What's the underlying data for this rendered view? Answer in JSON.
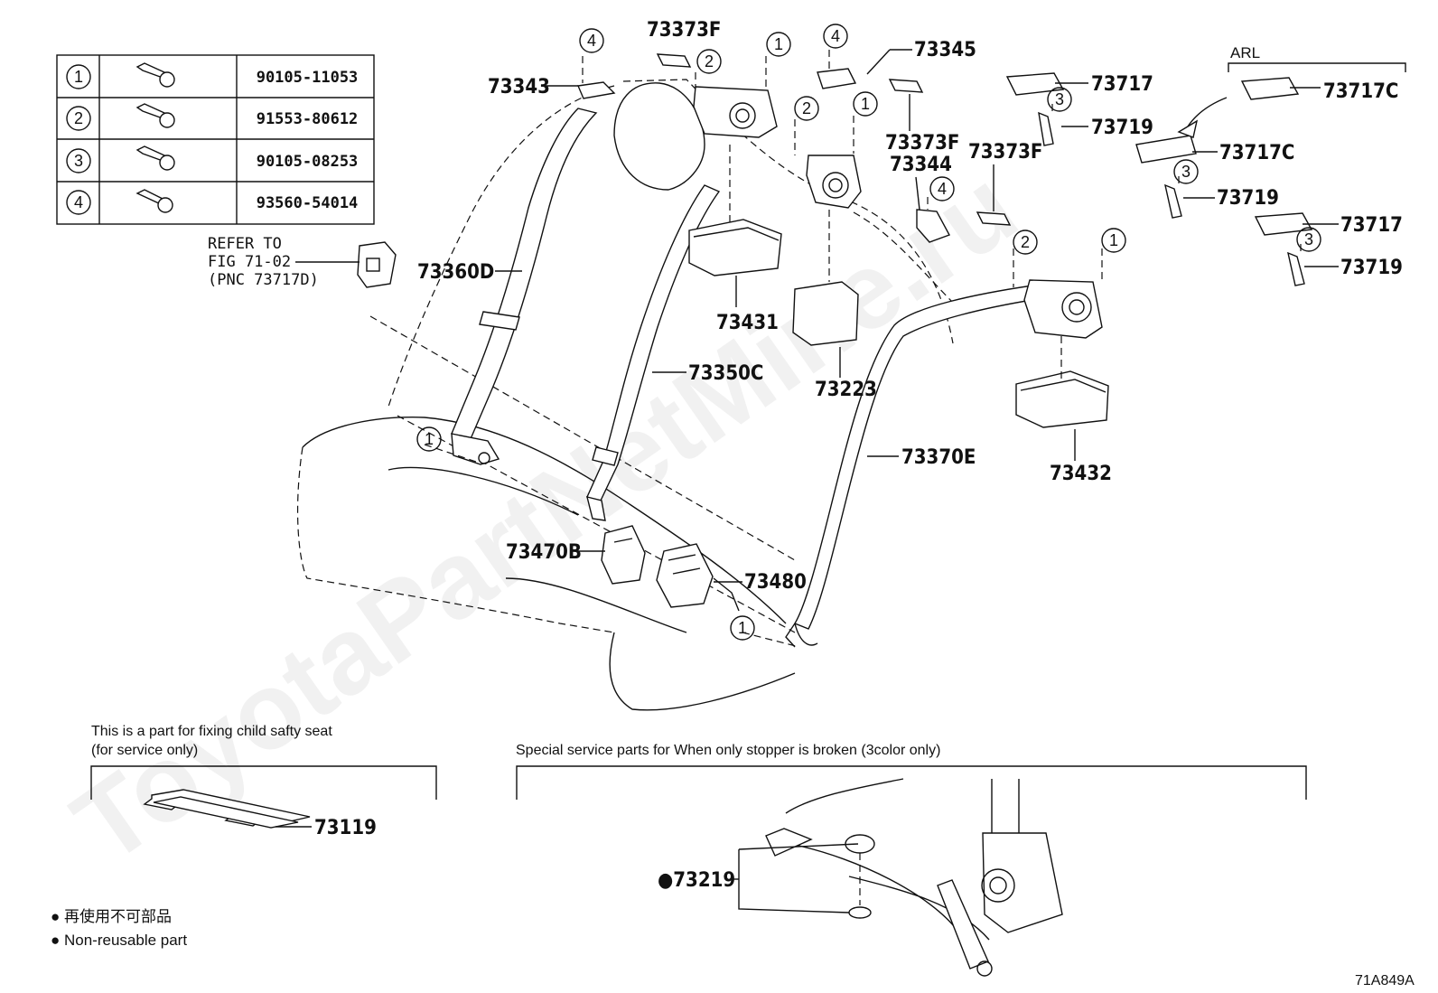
{
  "diagram_id": "71A849A",
  "fastener_table": [
    {
      "num": "1",
      "part_no": "90105-11053"
    },
    {
      "num": "2",
      "part_no": "91553-80612"
    },
    {
      "num": "3",
      "part_no": "90105-08253"
    },
    {
      "num": "4",
      "part_no": "93560-54014"
    }
  ],
  "callouts": {
    "p73343": "73343",
    "p73373F_a": "73373F",
    "p73345": "73345",
    "p73373F_b": "73373F",
    "p73344": "73344",
    "p73373F_c": "73373F",
    "p73717_a": "73717",
    "p73719_a": "73719",
    "arl": "ARL",
    "p73717C_a": "73717C",
    "p73717C_b": "73717C",
    "p73719_b": "73719",
    "p73717_b": "73717",
    "p73719_c": "73719",
    "p73360D": "73360D",
    "p73431": "73431",
    "p73223": "73223",
    "p73350C": "73350C",
    "p73432": "73432",
    "p73370E": "73370E",
    "p73470B": "73470B",
    "p73480": "73480",
    "p73119": "73119",
    "p73219": "●73219"
  },
  "refer": {
    "line1": "REFER TO",
    "line2": "FIG 71-02",
    "line3": "(PNC 73717D)"
  },
  "notes": {
    "child_seat_1": "This is a part for fixing child safty seat",
    "child_seat_2": "(for service only)",
    "special_service": "Special service parts for When only stopper is broken (3color only)"
  },
  "legend": {
    "jp": "● 再使用不可部品",
    "en": "● Non-reusable part"
  },
  "watermark": "ToyotaPartNetMine.ru"
}
